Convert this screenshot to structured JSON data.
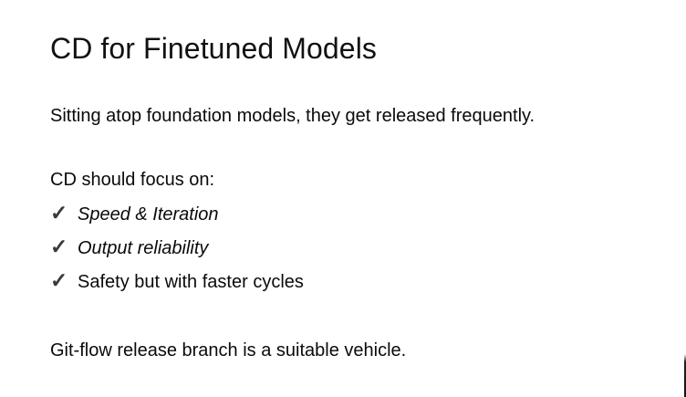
{
  "slide": {
    "title": "CD for Finetuned Models",
    "intro": "Sitting atop foundation models, they get released frequently.",
    "lead_in": "CD should focus on:",
    "checklist": [
      {
        "mark": "✓",
        "label": "Speed & Iteration",
        "style": "italic"
      },
      {
        "mark": "✓",
        "label": "Output reliability",
        "style": "italic"
      },
      {
        "mark": "✓",
        "label": "Safety but with faster cycles",
        "style": "normal"
      }
    ],
    "closing": "Git-flow release branch is a suitable vehicle.",
    "colors": {
      "background": "#ffffff",
      "title_text": "#111111",
      "body_text": "#0a0a0a",
      "check_mark": "#3a3a3a"
    }
  }
}
